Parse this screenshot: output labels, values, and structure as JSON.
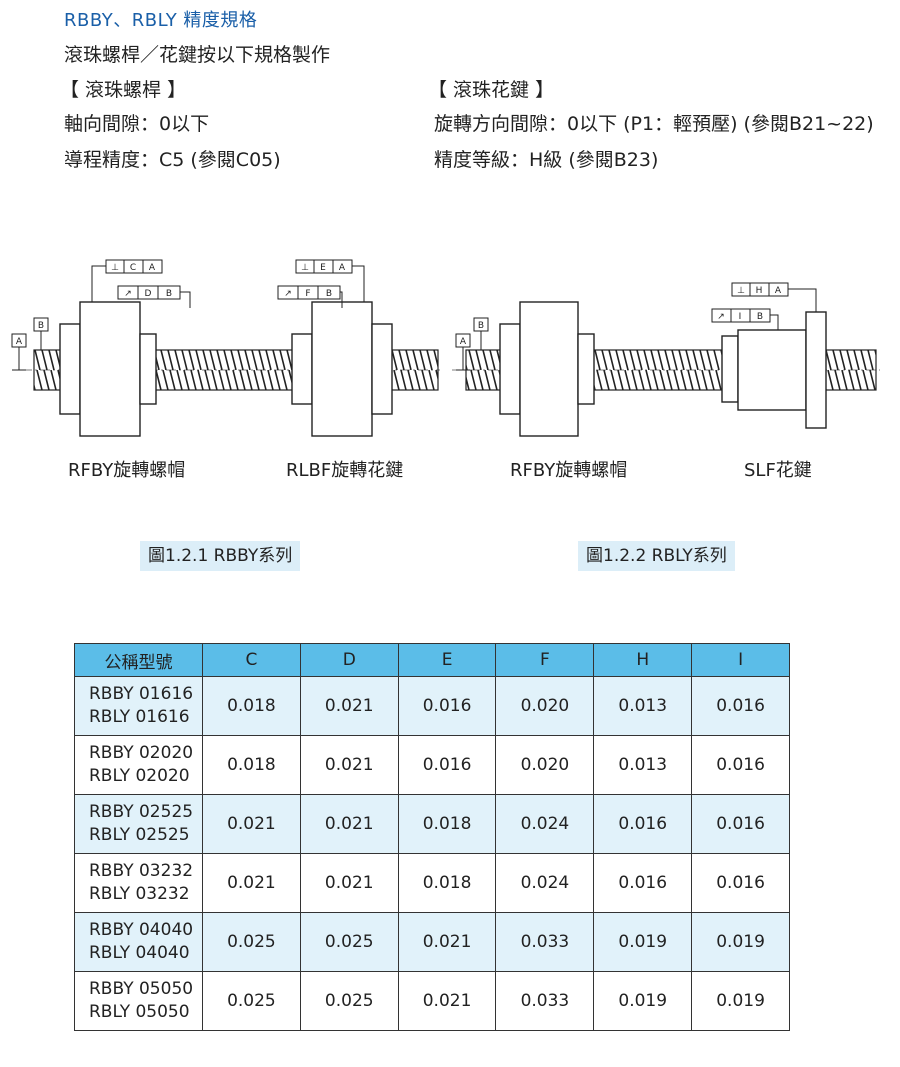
{
  "header": {
    "title": "RBBY、RBLY 精度規格",
    "intro": "滾珠螺桿／花鍵按以下規格製作",
    "ball_screw": {
      "heading": "【 滾珠螺桿 】",
      "axial_clearance": "軸向間隙：0以下",
      "lead_accuracy": "導程精度：C5 (參閱C05)"
    },
    "ball_spline": {
      "heading": "【 滾珠花鍵 】",
      "rotational_clearance": "旋轉方向間隙：0以下 (P1：輕預壓) (參閱B21~22)",
      "accuracy_grade": "精度等級：H級 (參閱B23)"
    }
  },
  "figures": {
    "fig1": {
      "left_label": "RFBY旋轉螺帽",
      "right_label": "RLBF旋轉花鍵",
      "caption": "圖1.2.1 RBBY系列",
      "frames": {
        "top": [
          "⊥",
          "C",
          "A"
        ],
        "mid": [
          "↗",
          "D",
          "B"
        ],
        "top2": [
          "⊥",
          "E",
          "A"
        ],
        "mid2": [
          "↗",
          "F",
          "B"
        ],
        "datum_a": "A",
        "datum_b": "B"
      }
    },
    "fig2": {
      "left_label": "RFBY旋轉螺帽",
      "right_label": "SLF花鍵",
      "caption": "圖1.2.2 RBLY系列",
      "frames": {
        "top": [
          "⊥",
          "H",
          "A"
        ],
        "mid": [
          "↗",
          "I",
          "B"
        ],
        "datum_a": "A",
        "datum_b": "B"
      }
    }
  },
  "table": {
    "headers": [
      "公稱型號",
      "C",
      "D",
      "E",
      "F",
      "H",
      "I"
    ],
    "rows": [
      {
        "model1": "RBBY 01616",
        "model2": "RBLY 01616",
        "values": [
          "0.018",
          "0.021",
          "0.016",
          "0.020",
          "0.013",
          "0.016"
        ]
      },
      {
        "model1": "RBBY 02020",
        "model2": "RBLY 02020",
        "values": [
          "0.018",
          "0.021",
          "0.016",
          "0.020",
          "0.013",
          "0.016"
        ]
      },
      {
        "model1": "RBBY 02525",
        "model2": "RBLY 02525",
        "values": [
          "0.021",
          "0.021",
          "0.018",
          "0.024",
          "0.016",
          "0.016"
        ]
      },
      {
        "model1": "RBBY 03232",
        "model2": "RBLY 03232",
        "values": [
          "0.021",
          "0.021",
          "0.018",
          "0.024",
          "0.016",
          "0.016"
        ]
      },
      {
        "model1": "RBBY 04040",
        "model2": "RBLY 04040",
        "values": [
          "0.025",
          "0.025",
          "0.021",
          "0.033",
          "0.019",
          "0.019"
        ]
      },
      {
        "model1": "RBBY 05050",
        "model2": "RBLY 05050",
        "values": [
          "0.025",
          "0.025",
          "0.021",
          "0.033",
          "0.019",
          "0.019"
        ]
      }
    ]
  }
}
